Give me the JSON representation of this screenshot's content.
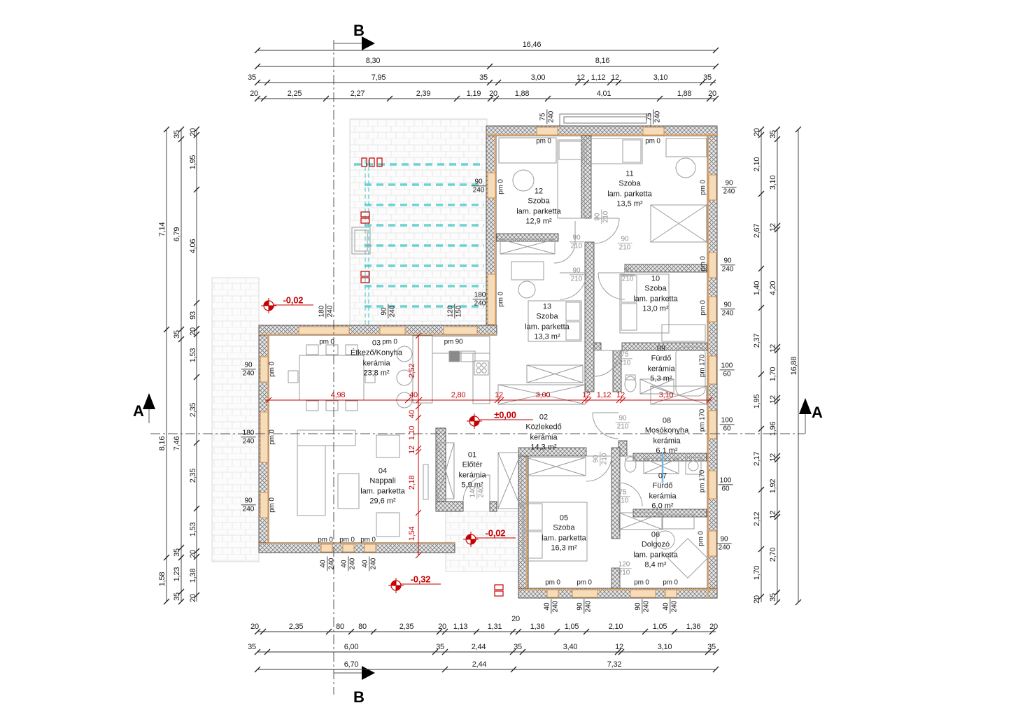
{
  "drawing_type": "floor-plan",
  "colors": {
    "accent_red": "#c40000",
    "teal": "#49c8c8",
    "window_wood": "#e8b07a",
    "wall": "#6b6b6b"
  },
  "sections": {
    "a": "A",
    "b": "B"
  },
  "levels": {
    "l0": "±0,00",
    "l1": "-0,02",
    "l2": "-0,02",
    "l3": "-0,32"
  },
  "sills": {
    "s0": "pm 0",
    "s90": "pm 90",
    "s170": "pm 170"
  },
  "rooms": [
    {
      "no": "01",
      "name": "Előtér",
      "finish": "kerámia",
      "area": "5,9 m²"
    },
    {
      "no": "02",
      "name": "Közlekedő",
      "finish": "kerámia",
      "area": "14,3 m²"
    },
    {
      "no": "03",
      "name": "Étkező/Konyha",
      "finish": "kerámia",
      "area": "23,8 m²"
    },
    {
      "no": "04",
      "name": "Nappali",
      "finish": "lam. parketta",
      "area": "29,6 m²"
    },
    {
      "no": "05",
      "name": "Szoba",
      "finish": "lam. parketta",
      "area": "16,3 m²"
    },
    {
      "no": "06",
      "name": "Dolgozó",
      "finish": "lam. parketta",
      "area": "8,4 m²"
    },
    {
      "no": "07",
      "name": "Fürdő",
      "finish": "kerámia",
      "area": "6,0 m²"
    },
    {
      "no": "08",
      "name": "Mosókonyha",
      "finish": "kerámia",
      "area": "6,1 m²"
    },
    {
      "no": "09",
      "name": "Fürdő",
      "finish": "kerámia",
      "area": "5,3 m²"
    },
    {
      "no": "10",
      "name": "Szoba",
      "finish": "lam. parketta",
      "area": "13,0 m²"
    },
    {
      "no": "11",
      "name": "Szoba",
      "finish": "lam. parketta",
      "area": "13,5 m²"
    },
    {
      "no": "12",
      "name": "Szoba",
      "finish": "lam. parketta",
      "area": "12,9 m²"
    },
    {
      "no": "13",
      "name": "Szoba",
      "finish": "lam. parketta",
      "area": "13,3 m²"
    }
  ],
  "dims": {
    "top1": [
      "16,46"
    ],
    "top2": [
      "8,30",
      "8,16"
    ],
    "top3": [
      "35",
      "7,95",
      "35",
      "3,00",
      "12",
      "1,12",
      "12",
      "3,10",
      "35"
    ],
    "top4": [
      "20",
      "2,25",
      "2,27",
      "2,39",
      "1,19",
      "20",
      "1,88",
      "4,01",
      "1,88",
      "20"
    ],
    "bottom1": [
      "20",
      "2,35",
      "80",
      "80",
      "2,35",
      "20",
      "1,13",
      "1,31",
      "20",
      "1,36",
      "1,05",
      "2,10",
      "1,05",
      "1,36",
      "20"
    ],
    "bottom2": [
      "35",
      "6,00",
      "35",
      "2,44",
      "35",
      "3,40",
      "12",
      "3,10",
      "35"
    ],
    "bottom3": [
      "6,70",
      "2,44",
      "7,32"
    ],
    "left_outer": [
      "7,14",
      "8,16",
      "1,58"
    ],
    "left_mid": [
      "35",
      "6,79",
      "35",
      "7,46",
      "35",
      "1,23",
      "35"
    ],
    "left_inner": [
      "20",
      "1,95",
      "4,06",
      "93",
      "20",
      "1,53",
      "2,35",
      "2,35",
      "1,53",
      "20",
      "1,38",
      "20"
    ],
    "right_inner": [
      "20",
      "2,10",
      "2,67",
      "1,40",
      "2,37",
      "1,95",
      "2,17",
      "2,12",
      "1,70",
      "20"
    ],
    "right_mid": [
      "35",
      "3,10",
      "12",
      "4,20",
      "12",
      "1,70",
      "12",
      "1,96",
      "12",
      "1,92",
      "12",
      "2,70",
      "35"
    ],
    "right_outer": [
      "16,88"
    ],
    "red_h": [
      "4,98",
      "40",
      "2,80",
      "12",
      "3,00",
      "12",
      "1,12",
      "12",
      "3,10"
    ],
    "red_v": [
      "2,52",
      "40",
      "1,10",
      "12",
      "2,18",
      "1,54"
    ]
  },
  "window_labels": [
    {
      "a": "75",
      "b": "240"
    },
    {
      "a": "75",
      "b": "240"
    },
    {
      "a": "90",
      "b": "240"
    },
    {
      "a": "90",
      "b": "240"
    },
    {
      "a": "90",
      "b": "240"
    },
    {
      "a": "100",
      "b": "60"
    },
    {
      "a": "100",
      "b": "60"
    },
    {
      "a": "100",
      "b": "60"
    },
    {
      "a": "90",
      "b": "240"
    },
    {
      "a": "90",
      "b": "240"
    },
    {
      "a": "180",
      "b": "240"
    },
    {
      "a": "180",
      "b": "240"
    },
    {
      "a": "90",
      "b": "240"
    },
    {
      "a": "120",
      "b": "150"
    },
    {
      "a": "90",
      "b": "240"
    },
    {
      "a": "180",
      "b": "240"
    },
    {
      "a": "90",
      "b": "240"
    },
    {
      "a": "40",
      "b": "240"
    },
    {
      "a": "40",
      "b": "240"
    },
    {
      "a": "40",
      "b": "240"
    },
    {
      "a": "40",
      "b": "240"
    },
    {
      "a": "90",
      "b": "240"
    },
    {
      "a": "90",
      "b": "240"
    },
    {
      "a": "40",
      "b": "240"
    }
  ],
  "door_labels": [
    {
      "a": "90",
      "b": "210"
    },
    {
      "a": "90",
      "b": "210"
    },
    {
      "a": "90",
      "b": "210"
    },
    {
      "a": "90",
      "b": "210"
    },
    {
      "a": "90",
      "b": "210"
    },
    {
      "a": "75",
      "b": "210"
    },
    {
      "a": "90",
      "b": "210"
    },
    {
      "a": "75",
      "b": "210"
    },
    {
      "a": "120",
      "b": "210"
    },
    {
      "a": "90",
      "b": "210"
    },
    {
      "a": "140",
      "b": "240"
    }
  ]
}
